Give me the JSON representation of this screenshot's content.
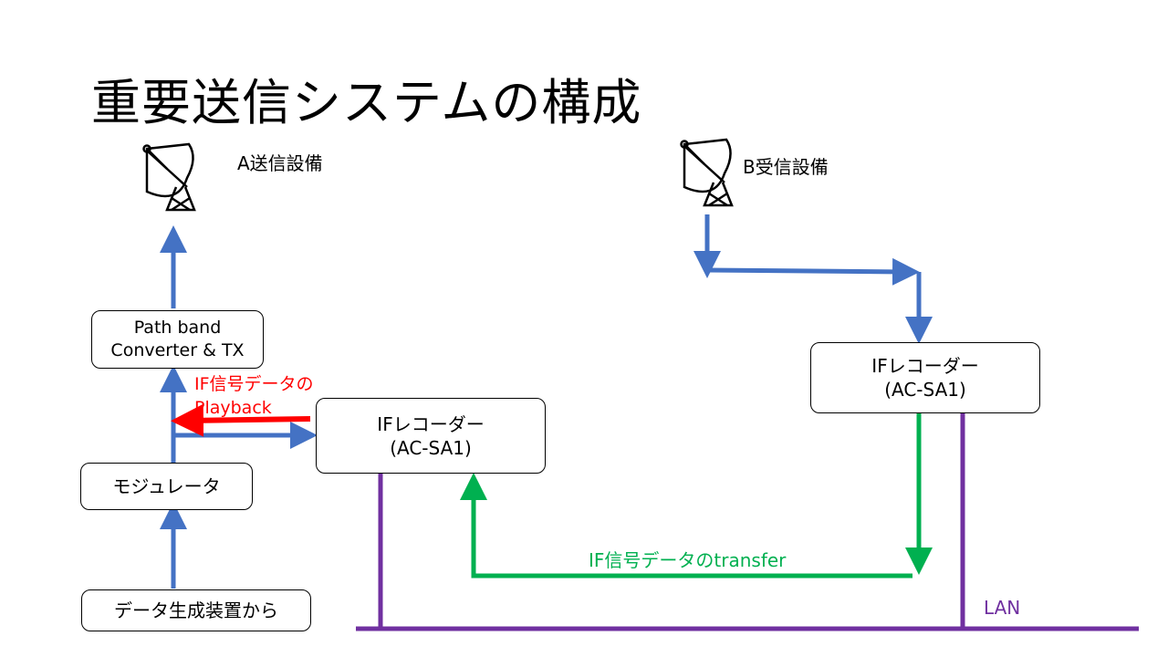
{
  "title": "重要送信システムの構成",
  "sites": {
    "a": {
      "label": "A送信設備",
      "icon": "satellite-dish"
    },
    "b": {
      "label": "B受信設備",
      "icon": "satellite-dish"
    }
  },
  "boxes": {
    "converter": "Path band\nConverter & TX",
    "modulator": "モジュレータ",
    "data_source": "データ生成装置から",
    "recorder_a": "IFレコーダー\n(AC-SA1)",
    "recorder_b": "IFレコーダー\n(AC-SA1)"
  },
  "annotations": {
    "playback": "IF信号データの\nPlayback",
    "transfer": "IF信号データのtransfer",
    "lan": "LAN"
  },
  "colors": {
    "blue": "#4472C4",
    "red": "#FF0000",
    "green": "#00B050",
    "purple": "#7030A0"
  }
}
